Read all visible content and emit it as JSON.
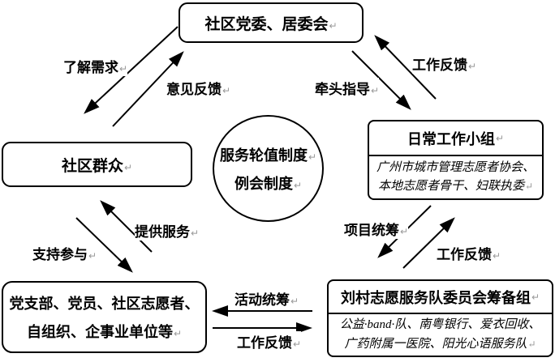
{
  "meta": {
    "return_mark": "↵"
  },
  "colors": {
    "line": "#000000",
    "background": "#ffffff",
    "return_mark": "#999999"
  },
  "nodes": {
    "top": {
      "title": "社区党委、居委会"
    },
    "left": {
      "title": "社区群众"
    },
    "circle": {
      "line1": "服务轮值制度",
      "line2": "例会制度"
    },
    "work_group": {
      "title": "日常工作小组",
      "members_line1": "广州市城市管理志愿者协会、",
      "members_line2": "本地志愿者骨干、妇联执委"
    },
    "bottom_left": {
      "line1": "党支部、党员、社区志愿者、",
      "line2": "自组织、企事业单位等"
    },
    "prep_group": {
      "title": "刘村志愿服务队委员会筹备组",
      "members_line1": "公益·band·队、南粤银行、爱衣回收、",
      "members_line2": "广药附属一医院、阳光心语服务队"
    }
  },
  "edges": {
    "understand_needs": {
      "label": "了解需求"
    },
    "opinion_feedback": {
      "label": "意见反馈"
    },
    "lead_guidance": {
      "label": "牵头指导"
    },
    "work_feedback_top": {
      "label": "工作反馈"
    },
    "provide_services": {
      "label": "提供服务"
    },
    "support_participation": {
      "label": "支持参与"
    },
    "project_coordination": {
      "label": "项目统筹"
    },
    "work_feedback_mid": {
      "label": "工作反馈"
    },
    "activity_coordination": {
      "label": "活动统筹"
    },
    "work_feedback_bottom": {
      "label": "工作反馈"
    }
  }
}
